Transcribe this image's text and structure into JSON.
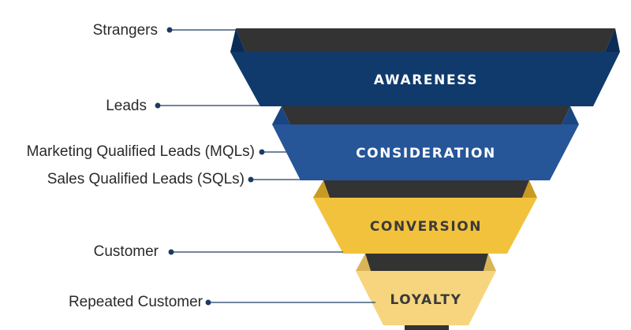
{
  "funnel": {
    "stages": [
      {
        "label": "AWARENESS",
        "color": "#0f3a6b",
        "text_color": "#ffffff"
      },
      {
        "label": "CONSIDERATION",
        "color": "#265598",
        "text_color": "#ffffff"
      },
      {
        "label": "CONVERSION",
        "color": "#f2c23c",
        "text_color": "#3a3a3a"
      },
      {
        "label": "LOYALTY",
        "color": "#f6d57e",
        "text_color": "#3a3a3a"
      }
    ],
    "dark_band_color": "#333333",
    "connector_color": "#1c3a63"
  },
  "annotations": [
    {
      "text": "Strangers"
    },
    {
      "text": "Leads"
    },
    {
      "text": "Marketing Qualified Leads (MQLs)"
    },
    {
      "text": "Sales Qualified Leads (SQLs)"
    },
    {
      "text": "Customer"
    },
    {
      "text": "Repeated Customer"
    }
  ]
}
